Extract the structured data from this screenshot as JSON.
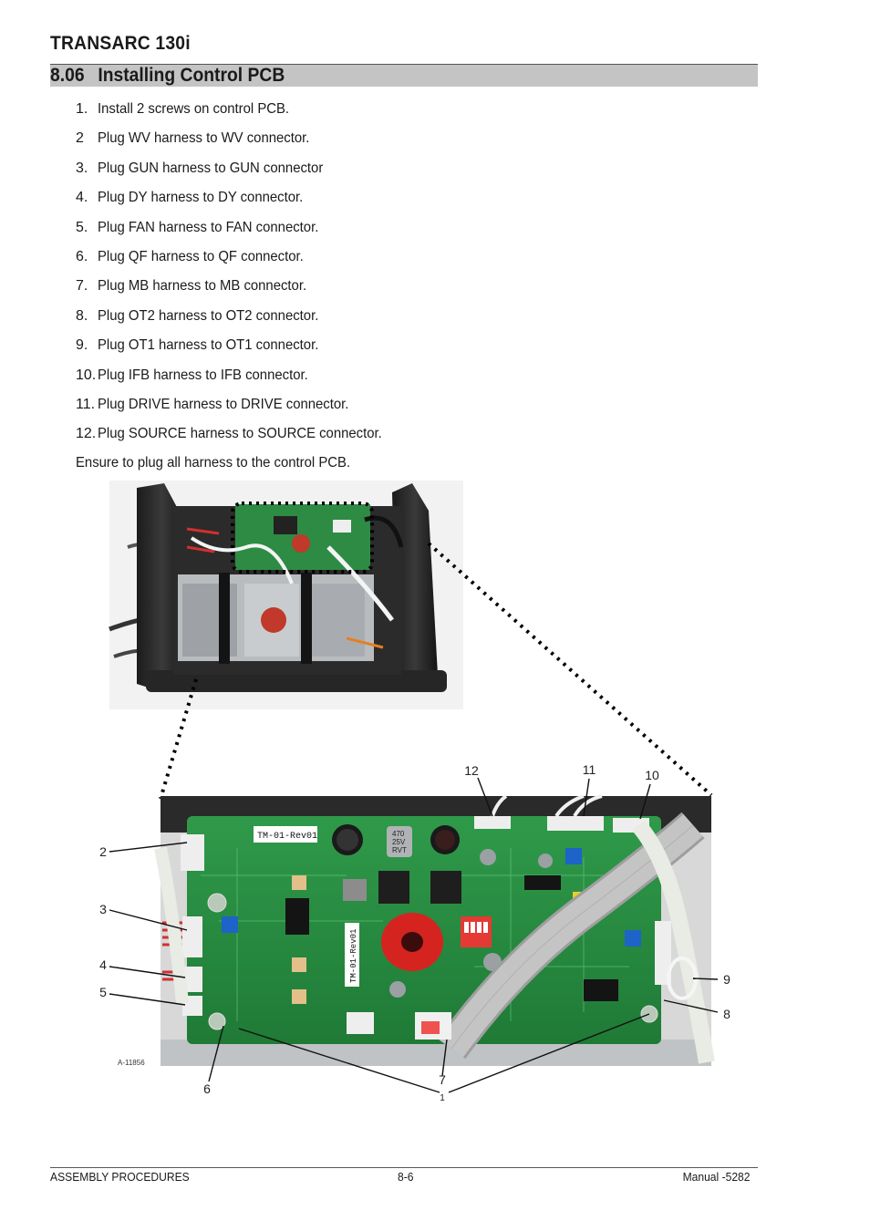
{
  "header": {
    "title": "TRANSARC 130i"
  },
  "section": {
    "number": "8.06",
    "title": "Installing Control PCB"
  },
  "steps": [
    {
      "num": "1.",
      "text": "Install 2 screws on control PCB."
    },
    {
      "num": "2",
      "text": "Plug WV harness to WV connector."
    },
    {
      "num": "3.",
      "text": "Plug GUN harness to GUN connector"
    },
    {
      "num": "4.",
      "text": "Plug DY harness to DY connector."
    },
    {
      "num": "5.",
      "text": "Plug FAN harness to FAN connector."
    },
    {
      "num": "6.",
      "text": "Plug QF harness to QF connector."
    },
    {
      "num": "7.",
      "text": "Plug MB harness to MB connector."
    },
    {
      "num": "8.",
      "text": "Plug OT2 harness to OT2 connector."
    },
    {
      "num": "9.",
      "text": "Plug OT1 harness to OT1 connector."
    },
    {
      "num": "10.",
      "text": "Plug IFB harness to IFB connector."
    },
    {
      "num": "11.",
      "text": "Plug DRIVE harness to DRIVE connector."
    },
    {
      "num": "12.",
      "text": "Plug SOURCE harness to SOURCE connector."
    }
  ],
  "note": "Ensure to plug all harness to the control PCB.",
  "figure": {
    "id": "A-11856",
    "callouts": [
      "1",
      "2",
      "3",
      "4",
      "5",
      "6",
      "7",
      "8",
      "9",
      "10",
      "11",
      "12"
    ],
    "pcb_labels": {
      "board_top": "TM-01-Rev01",
      "board_mid": "TM-01-Rev01",
      "cap": "470",
      "cap2": "25V",
      "cap3": "RVT"
    }
  },
  "footer": {
    "left": "ASSEMBLY PROCEDURES",
    "center": "8-6",
    "right": "Manual -5282"
  }
}
